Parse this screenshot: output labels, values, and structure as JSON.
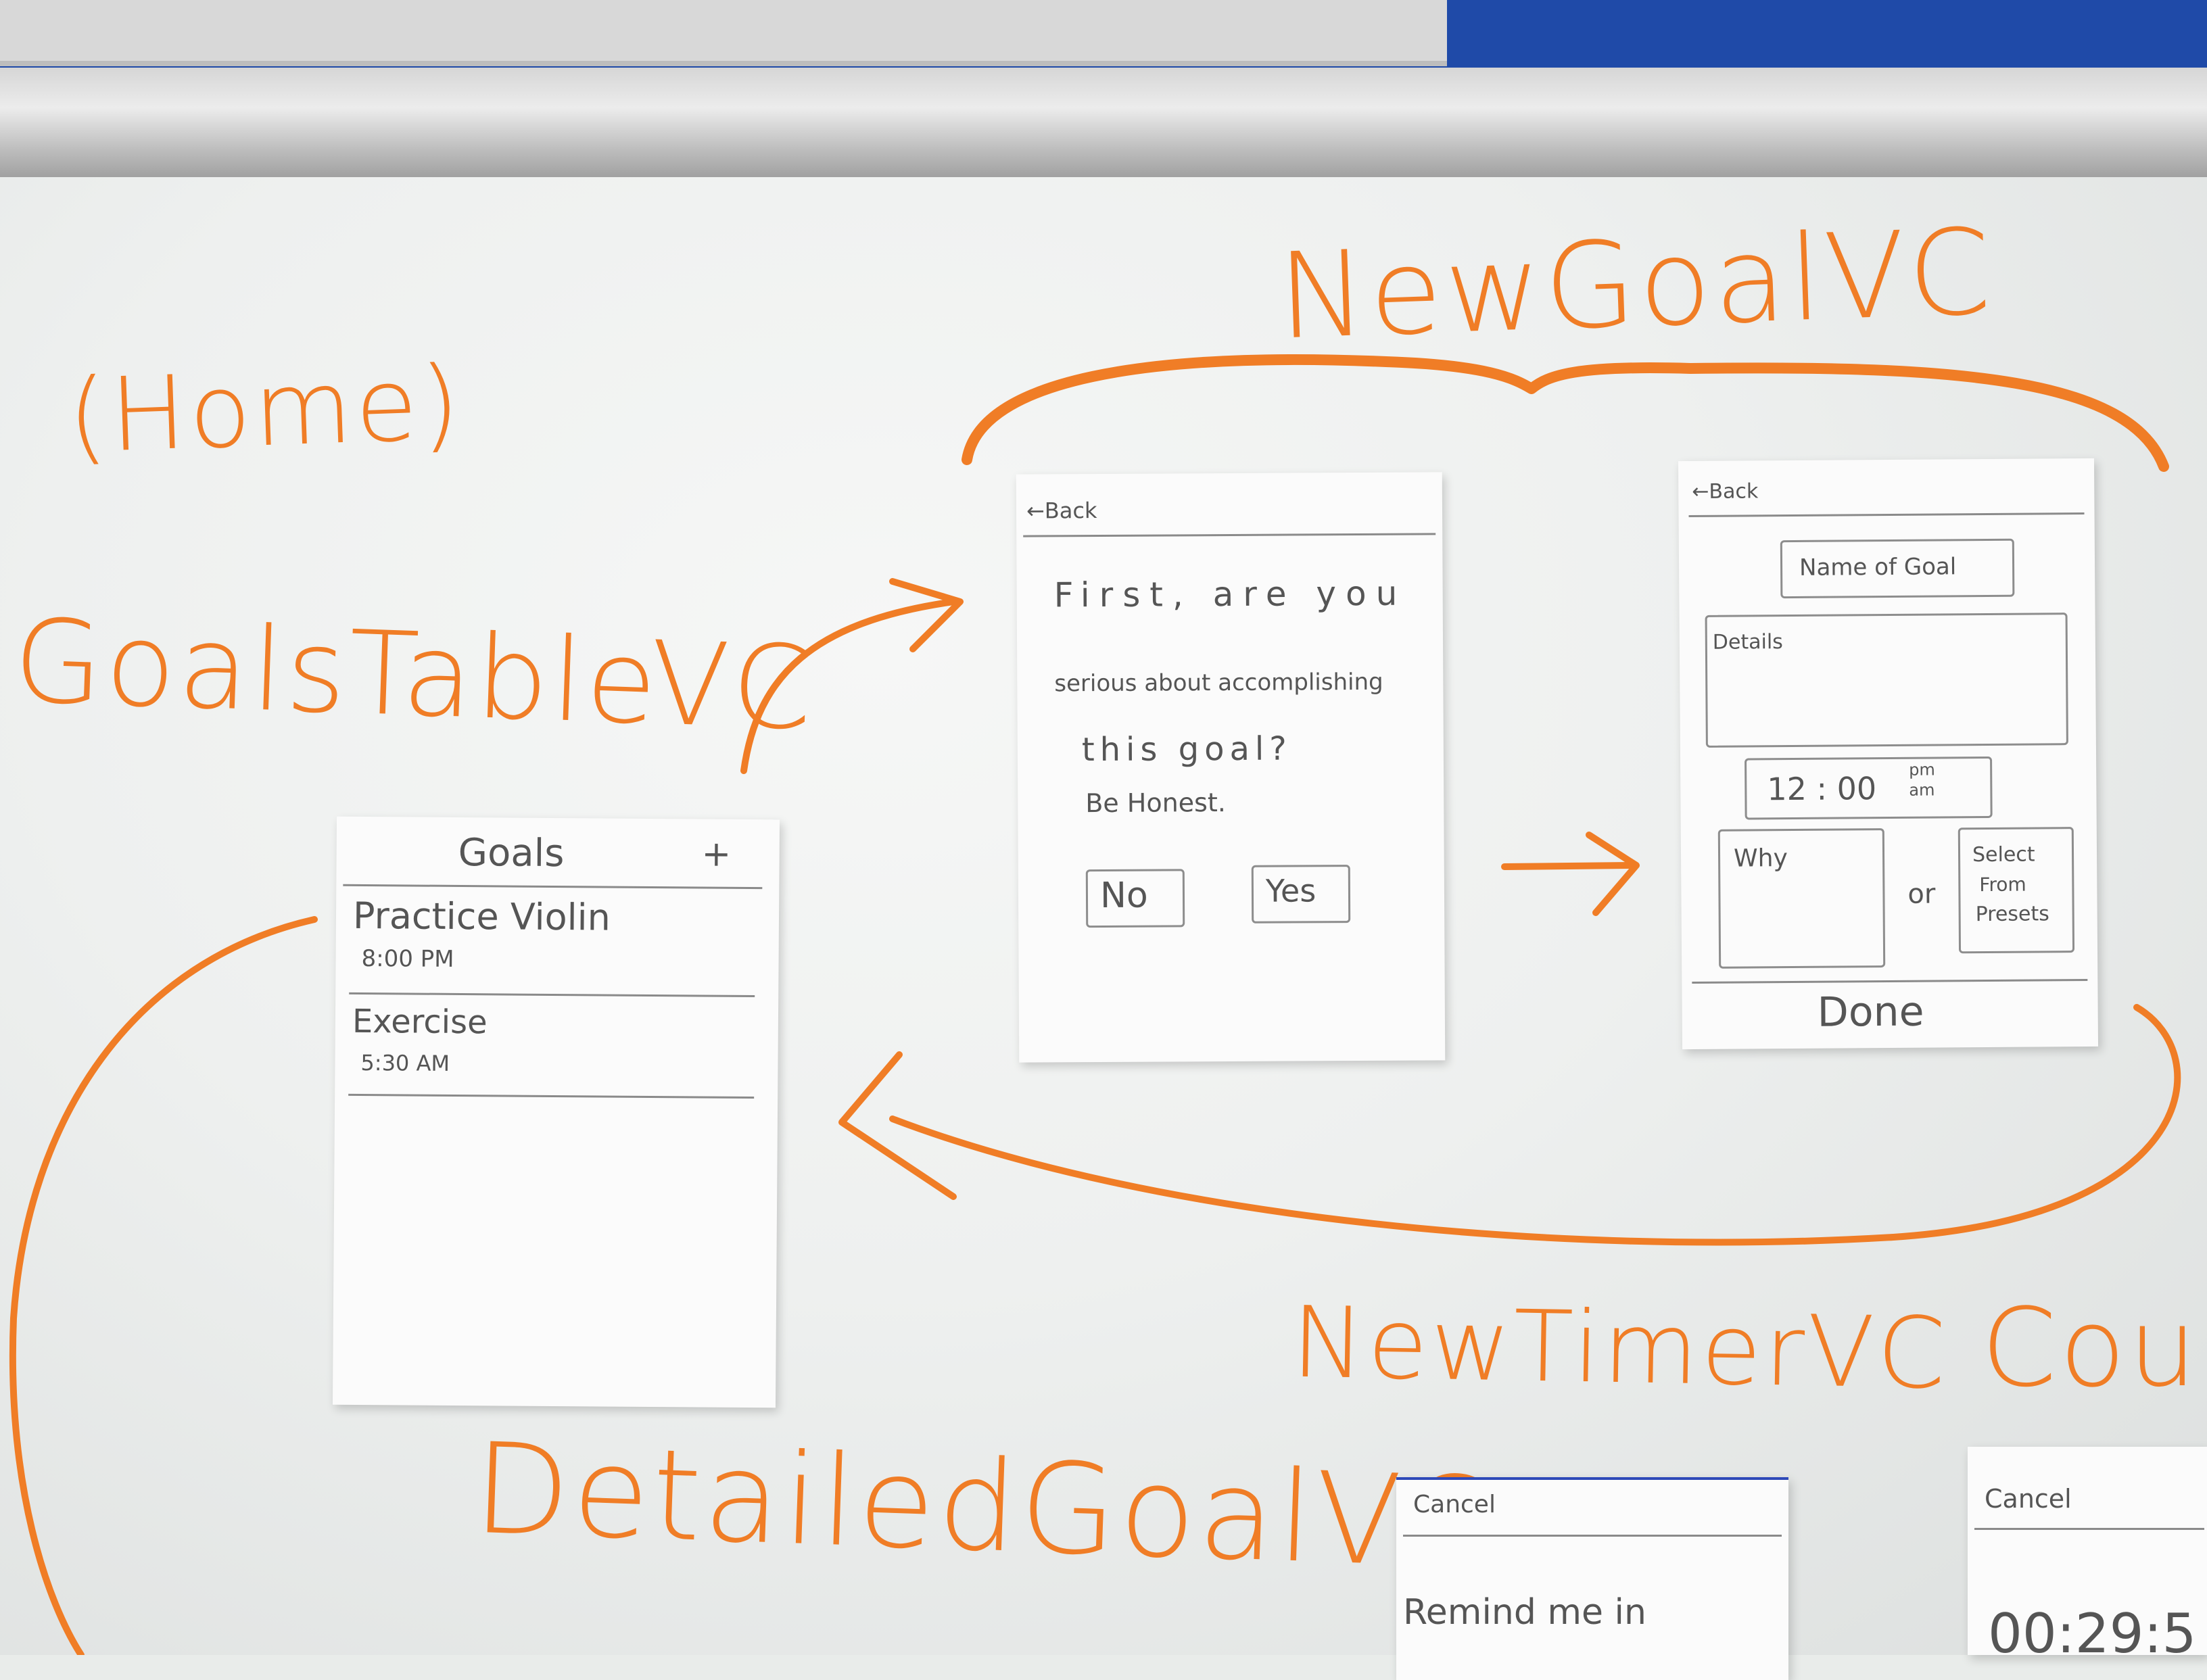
{
  "labels": {
    "home": "(Home)",
    "goals_table_vc": "GoalsTableVC",
    "new_goal_vc": "NewGoalVC",
    "detailed_goal_vc": "DetailedGoalVC",
    "new_timer_vc": "NewTimerVC",
    "cou": "Cou"
  },
  "goals_screen": {
    "title": "Goals",
    "add": "+",
    "rows": [
      {
        "name": "Practice Violin",
        "time": "8:00 PM"
      },
      {
        "name": "Exercise",
        "time": "5:30 AM"
      }
    ]
  },
  "serious_screen": {
    "back": "←Back",
    "line1": "First, are you",
    "line2": "serious about accomplishing",
    "line3": "this goal?",
    "line4": "Be Honest.",
    "no": "No",
    "yes": "Yes"
  },
  "details_screen": {
    "back": "←Back",
    "name_placeholder": "Name of Goal",
    "details_placeholder": "Details",
    "time": "12 : 00",
    "ampm_pm": "pm",
    "ampm_am": "am",
    "why": "Why",
    "or": "or",
    "presets_1": "Select",
    "presets_2": "From",
    "presets_3": "Presets",
    "done": "Done"
  },
  "timer_screen": {
    "cancel": "Cancel",
    "remind": "Remind me in"
  },
  "count_screen": {
    "cancel": "Cancel",
    "time": "00:29:5"
  },
  "colors": {
    "marker": "#f07d26",
    "pencil": "#555555",
    "board": "#eef0ef"
  }
}
